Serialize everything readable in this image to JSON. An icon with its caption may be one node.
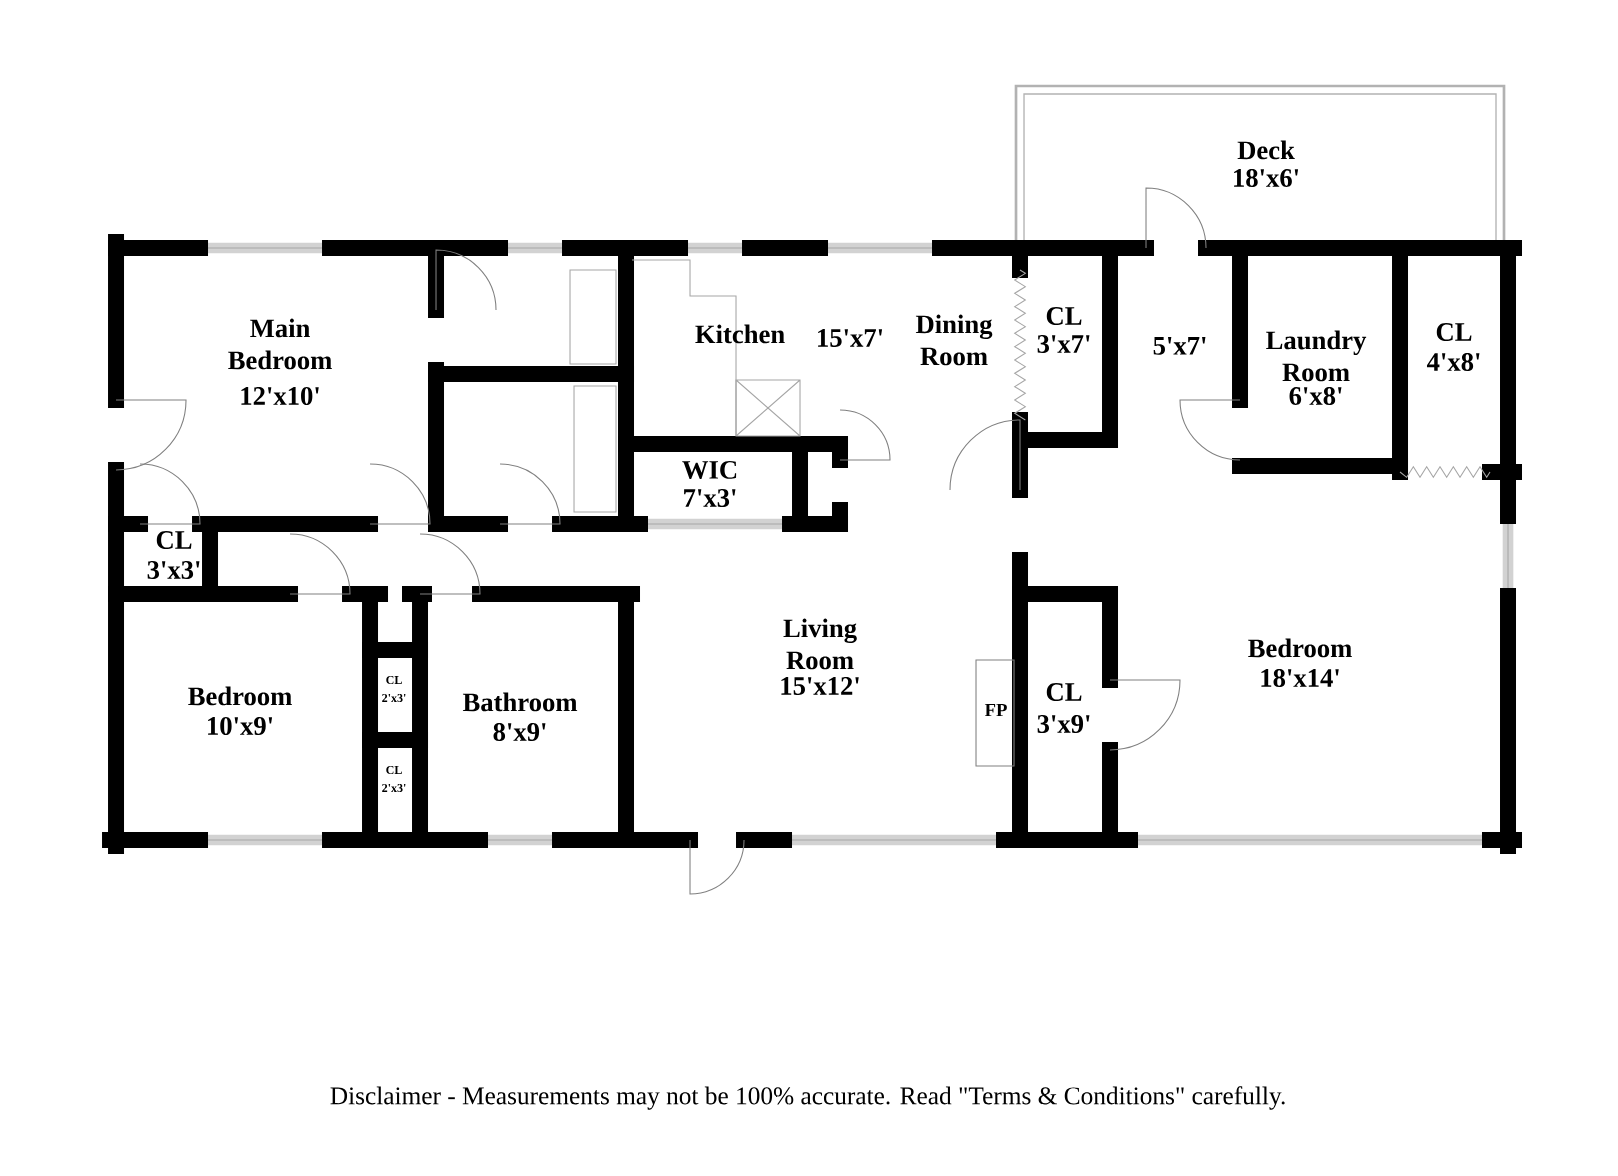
{
  "diagram": {
    "caption": "Disclaimer - Measurements may not be 100% accurate. Read \"Terms & Conditions\" carefully.",
    "labels": [
      "Deck",
      "18'x6'",
      "Main Bedroom",
      "12'x10'",
      "Kitchen",
      "15'x7'",
      "Dining Room",
      "CL",
      "3'x7'",
      "5'x7'",
      "Laundry Room",
      "6'x8'",
      "CL",
      "4'x8'",
      "WIC",
      "7'x3'",
      "CL",
      "3'x3'",
      "Living Room",
      "15'x12'",
      "Bedroom",
      "18'x14'",
      "Bedroom",
      "10'x9'",
      "CL",
      "2'x3'",
      "Bathroom",
      "8'x9'",
      "FP",
      "CL",
      "3'x9'",
      "CL",
      "2'x3'"
    ]
  }
}
